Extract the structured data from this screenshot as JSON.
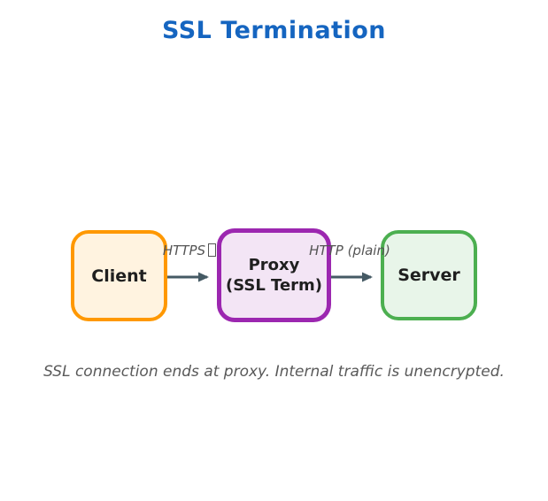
{
  "title": "SSL Termination",
  "nodes": {
    "client": {
      "label": "Client",
      "border_color": "#FF9800",
      "fill_color": "#FFF3E0"
    },
    "proxy": {
      "label_line1": "Proxy",
      "label_line2": "(SSL Term)",
      "border_color": "#9C27B0",
      "fill_color": "#F3E5F5"
    },
    "server": {
      "label": "Server",
      "border_color": "#4CAF50",
      "fill_color": "#E8F5E9"
    }
  },
  "edges": {
    "client_to_proxy": {
      "label": "HTTPS",
      "color": "#455A64"
    },
    "proxy_to_server": {
      "label": "HTTP (plain)",
      "color": "#455A64"
    }
  },
  "caption": "SSL connection ends at proxy. Internal traffic is unencrypted.",
  "colors": {
    "title": "#1565C0",
    "edge_label": "#555555",
    "caption": "#595959",
    "node_text": "#1f1f1f",
    "background": "#ffffff"
  }
}
